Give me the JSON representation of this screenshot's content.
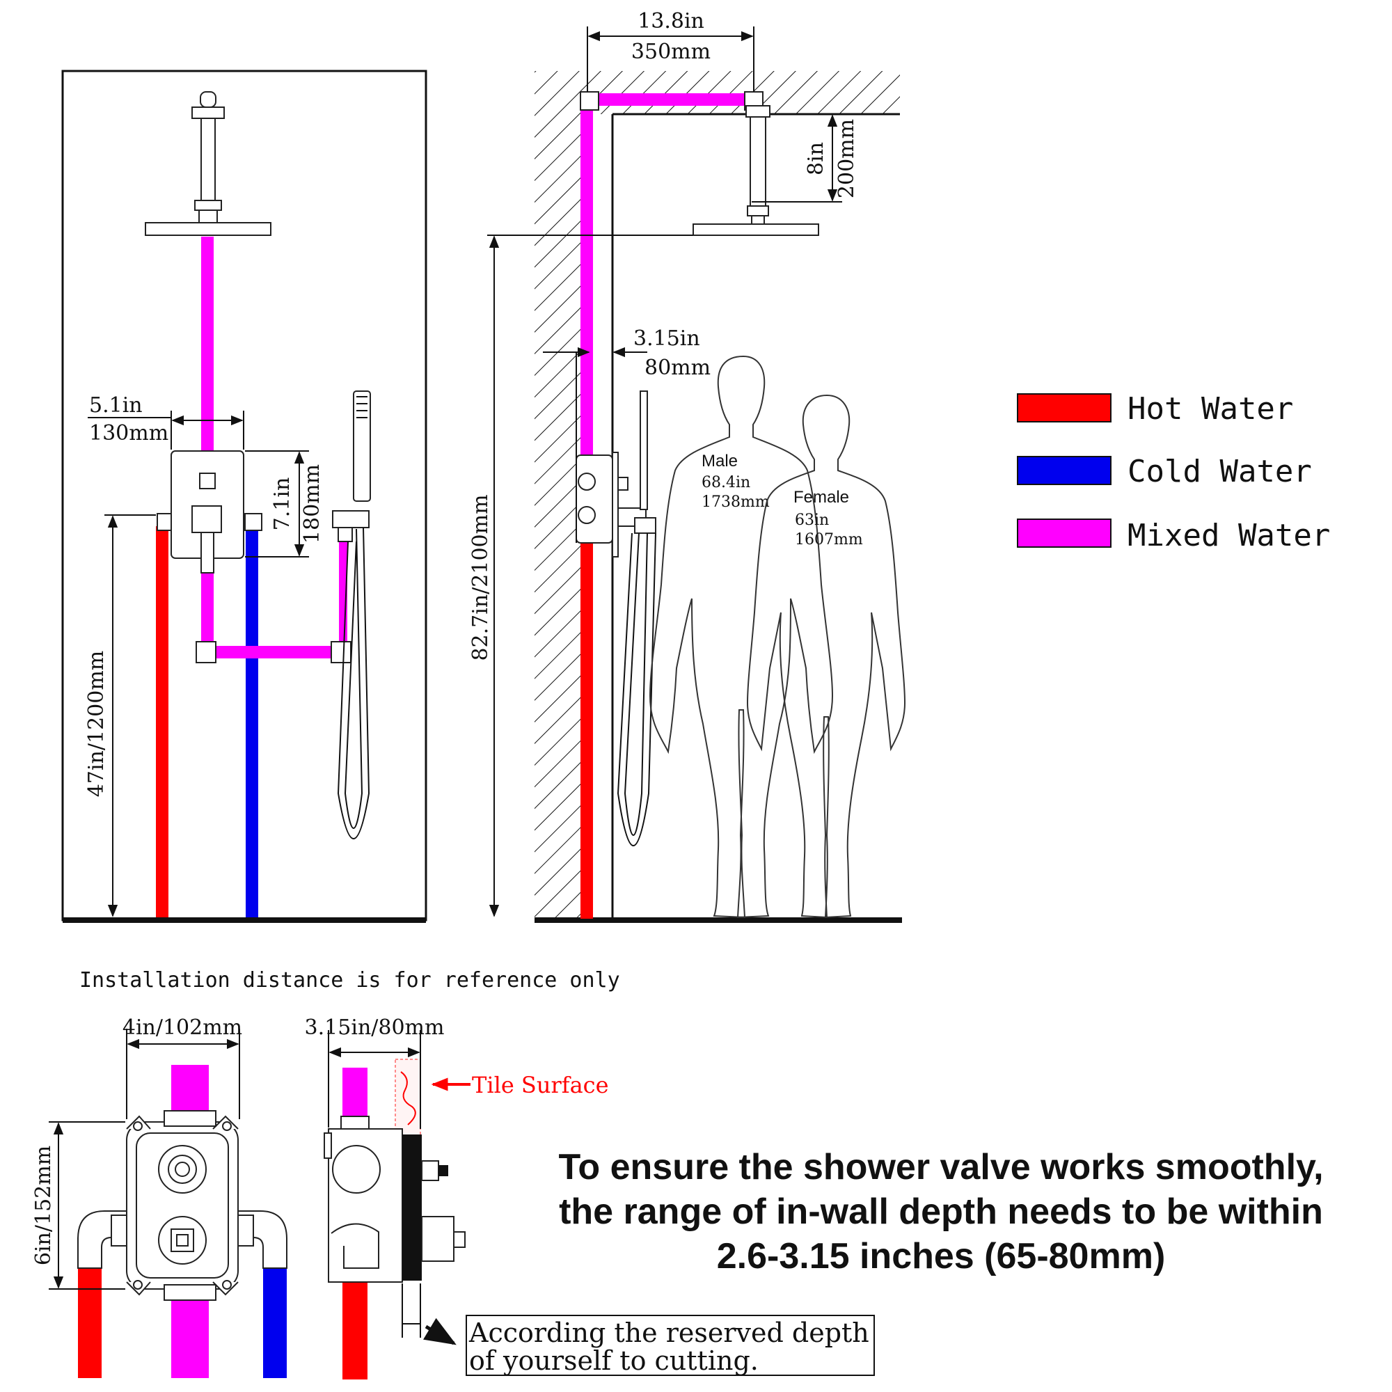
{
  "colors": {
    "hot": "#ff0000",
    "cold": "#0000ee",
    "mixed": "#ff00ff"
  },
  "legend": {
    "hot": "Hot Water",
    "cold": "Cold Water",
    "mixed": "Mixed Water"
  },
  "front_view": {
    "valve_width_in": "5.1in",
    "valve_width_mm": "130mm",
    "valve_height_in": "7.1in",
    "valve_height_mm": "180mm",
    "valve_height_from_floor": "47in/1200mm"
  },
  "side_view": {
    "arm_length_in": "13.8in",
    "arm_length_mm": "350mm",
    "drop_in": "8in",
    "drop_mm": "200mm",
    "wall_depth_in": "3.15in",
    "wall_depth_mm": "80mm",
    "head_height": "82.7in/2100mm",
    "male_label": "Male",
    "male_in": "68.4in",
    "male_mm": "1738mm",
    "female_label": "Female",
    "female_in": "63in",
    "female_mm": "1607mm"
  },
  "reference_note": "Installation distance is for reference only",
  "valve_detail": {
    "width": "4in/102mm",
    "height": "6in/152mm",
    "depth": "3.15in/80mm",
    "tile_surface": "Tile Surface",
    "cut_note_line1": "According the reserved depth",
    "cut_note_line2": "of yourself to cutting."
  },
  "message": {
    "line1": "To ensure the shower valve works smoothly,",
    "line2": "the range of in-wall depth needs to be within",
    "line3": "2.6-3.15 inches (65-80mm)"
  }
}
